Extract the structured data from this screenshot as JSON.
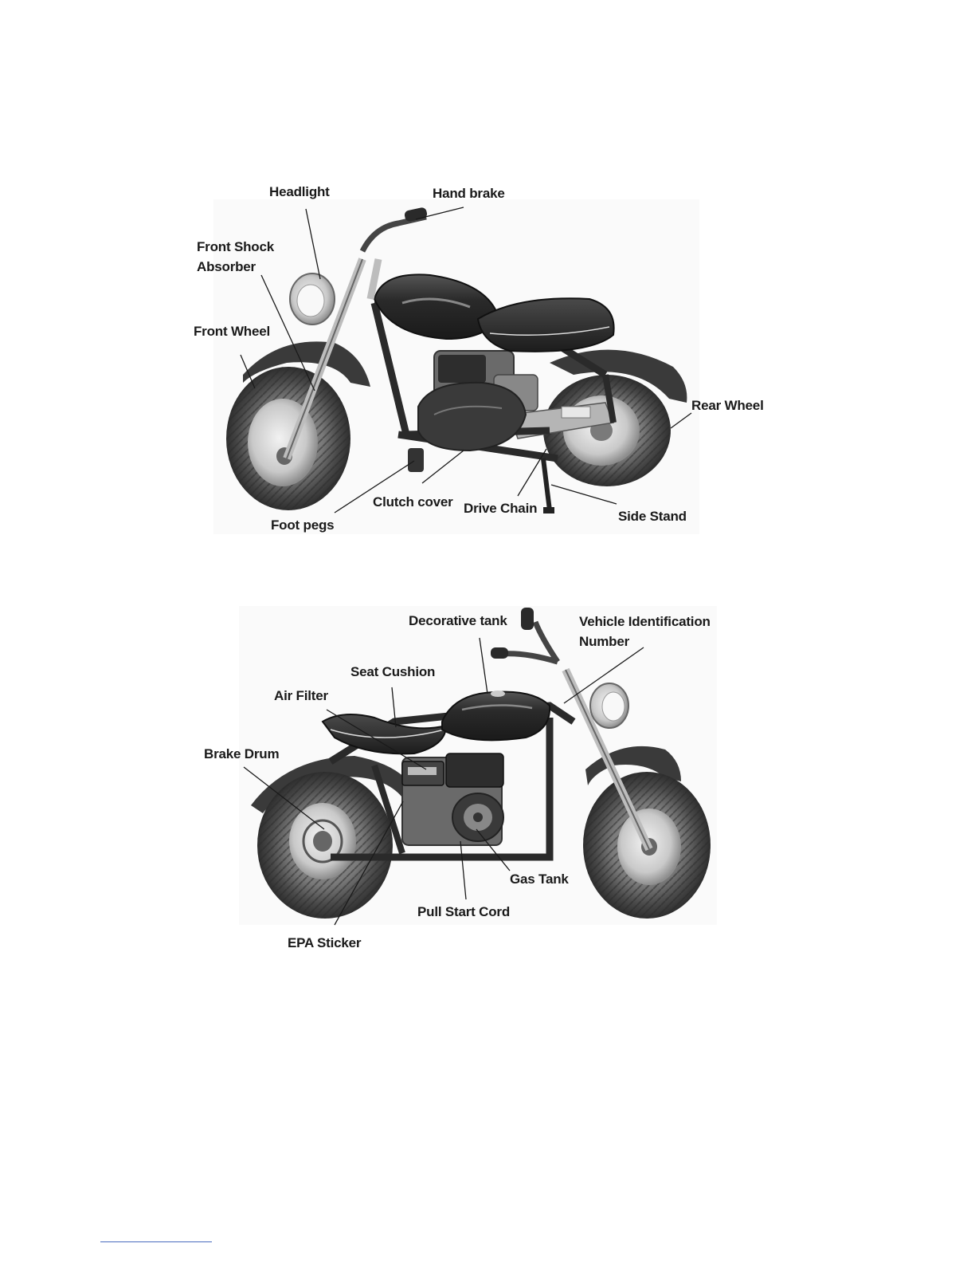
{
  "figure1": {
    "labels": {
      "headlight": "Headlight",
      "hand_brake": "Hand brake",
      "front_shock_line1": "Front Shock",
      "front_shock_line2": "Absorber",
      "front_wheel": "Front Wheel",
      "rear_wheel": "Rear Wheel",
      "clutch_cover": "Clutch cover",
      "drive_chain": "Drive Chain",
      "side_stand": "Side Stand",
      "foot_pegs": "Foot pegs"
    }
  },
  "figure2": {
    "labels": {
      "decorative_tank": "Decorative tank",
      "vin_line1": "Vehicle Identification",
      "vin_line2": "Number",
      "seat_cushion": "Seat Cushion",
      "air_filter": "Air Filter",
      "brake_drum": "Brake Drum",
      "gas_tank": "Gas Tank",
      "pull_start_cord": "Pull Start Cord",
      "epa_sticker": "EPA Sticker"
    }
  },
  "colors": {
    "body_dark": "#2b2b2b",
    "tire": "#3a3a3a",
    "chrome": "#bdbdbd",
    "label_text": "#1a1a1a",
    "footnote_rule": "#4a6bbf"
  }
}
